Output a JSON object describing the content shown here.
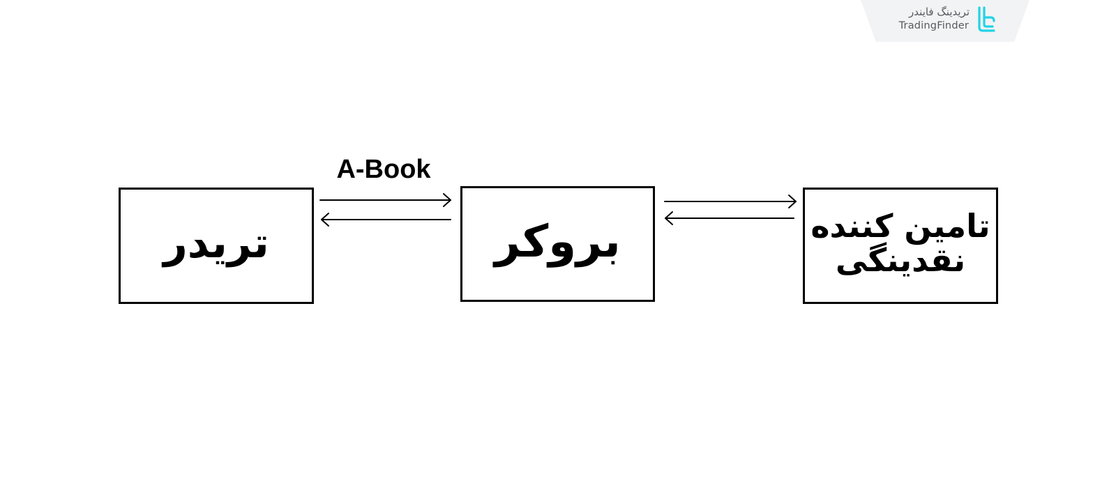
{
  "logo": {
    "text_fa": "تریدینگ فایندر",
    "text_en": "TradingFinder",
    "accent_color": "#22d3e6",
    "icon": "tradingfinder-logo-icon"
  },
  "diagram": {
    "nodes": [
      {
        "id": "trader",
        "label": "تریدر"
      },
      {
        "id": "broker",
        "label": "بروکر"
      },
      {
        "id": "liquidity_provider",
        "label": "تامین کننده نقدینگی"
      }
    ],
    "flow_label": "A-Book",
    "edges": [
      {
        "from": "trader",
        "to": "broker",
        "direction": "forward"
      },
      {
        "from": "broker",
        "to": "trader",
        "direction": "backward"
      },
      {
        "from": "broker",
        "to": "liquidity_provider",
        "direction": "forward"
      },
      {
        "from": "liquidity_provider",
        "to": "broker",
        "direction": "backward"
      }
    ]
  }
}
